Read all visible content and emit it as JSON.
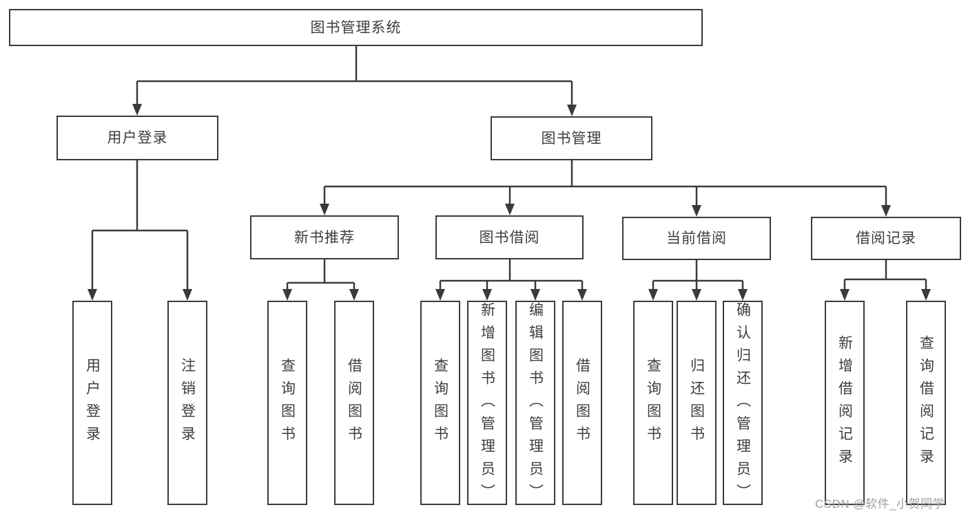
{
  "diagram": {
    "type": "hierarchy-tree",
    "colors": {
      "line": "#3a3a3a",
      "text": "#3d3d3d",
      "box_background": "#ffffff",
      "watermark": "#9e9e9e",
      "page_background": "#ffffff"
    },
    "tree": {
      "root": {
        "label": "图书管理系统",
        "children": [
          {
            "label": "用户登录",
            "children": [
              {
                "label": "用户登录"
              },
              {
                "label": "注销登录"
              }
            ]
          },
          {
            "label": "图书管理",
            "children": [
              {
                "label": "新书推荐",
                "children": [
                  {
                    "label": "查询图书"
                  },
                  {
                    "label": "借阅图书"
                  }
                ]
              },
              {
                "label": "图书借阅",
                "children": [
                  {
                    "label": "查询图书"
                  },
                  {
                    "label": "新增图书（管理员）"
                  },
                  {
                    "label": "编辑图书（管理员）"
                  },
                  {
                    "label": "借阅图书"
                  }
                ]
              },
              {
                "label": "当前借阅",
                "children": [
                  {
                    "label": "查询图书"
                  },
                  {
                    "label": "归还图书"
                  },
                  {
                    "label": "确认归还（管理员）"
                  }
                ]
              },
              {
                "label": "借阅记录",
                "children": [
                  {
                    "label": "新增借阅记录"
                  },
                  {
                    "label": "查询借阅记录"
                  }
                ]
              }
            ]
          }
        ]
      }
    },
    "watermark": "CSDN @软件_小贺同学"
  }
}
